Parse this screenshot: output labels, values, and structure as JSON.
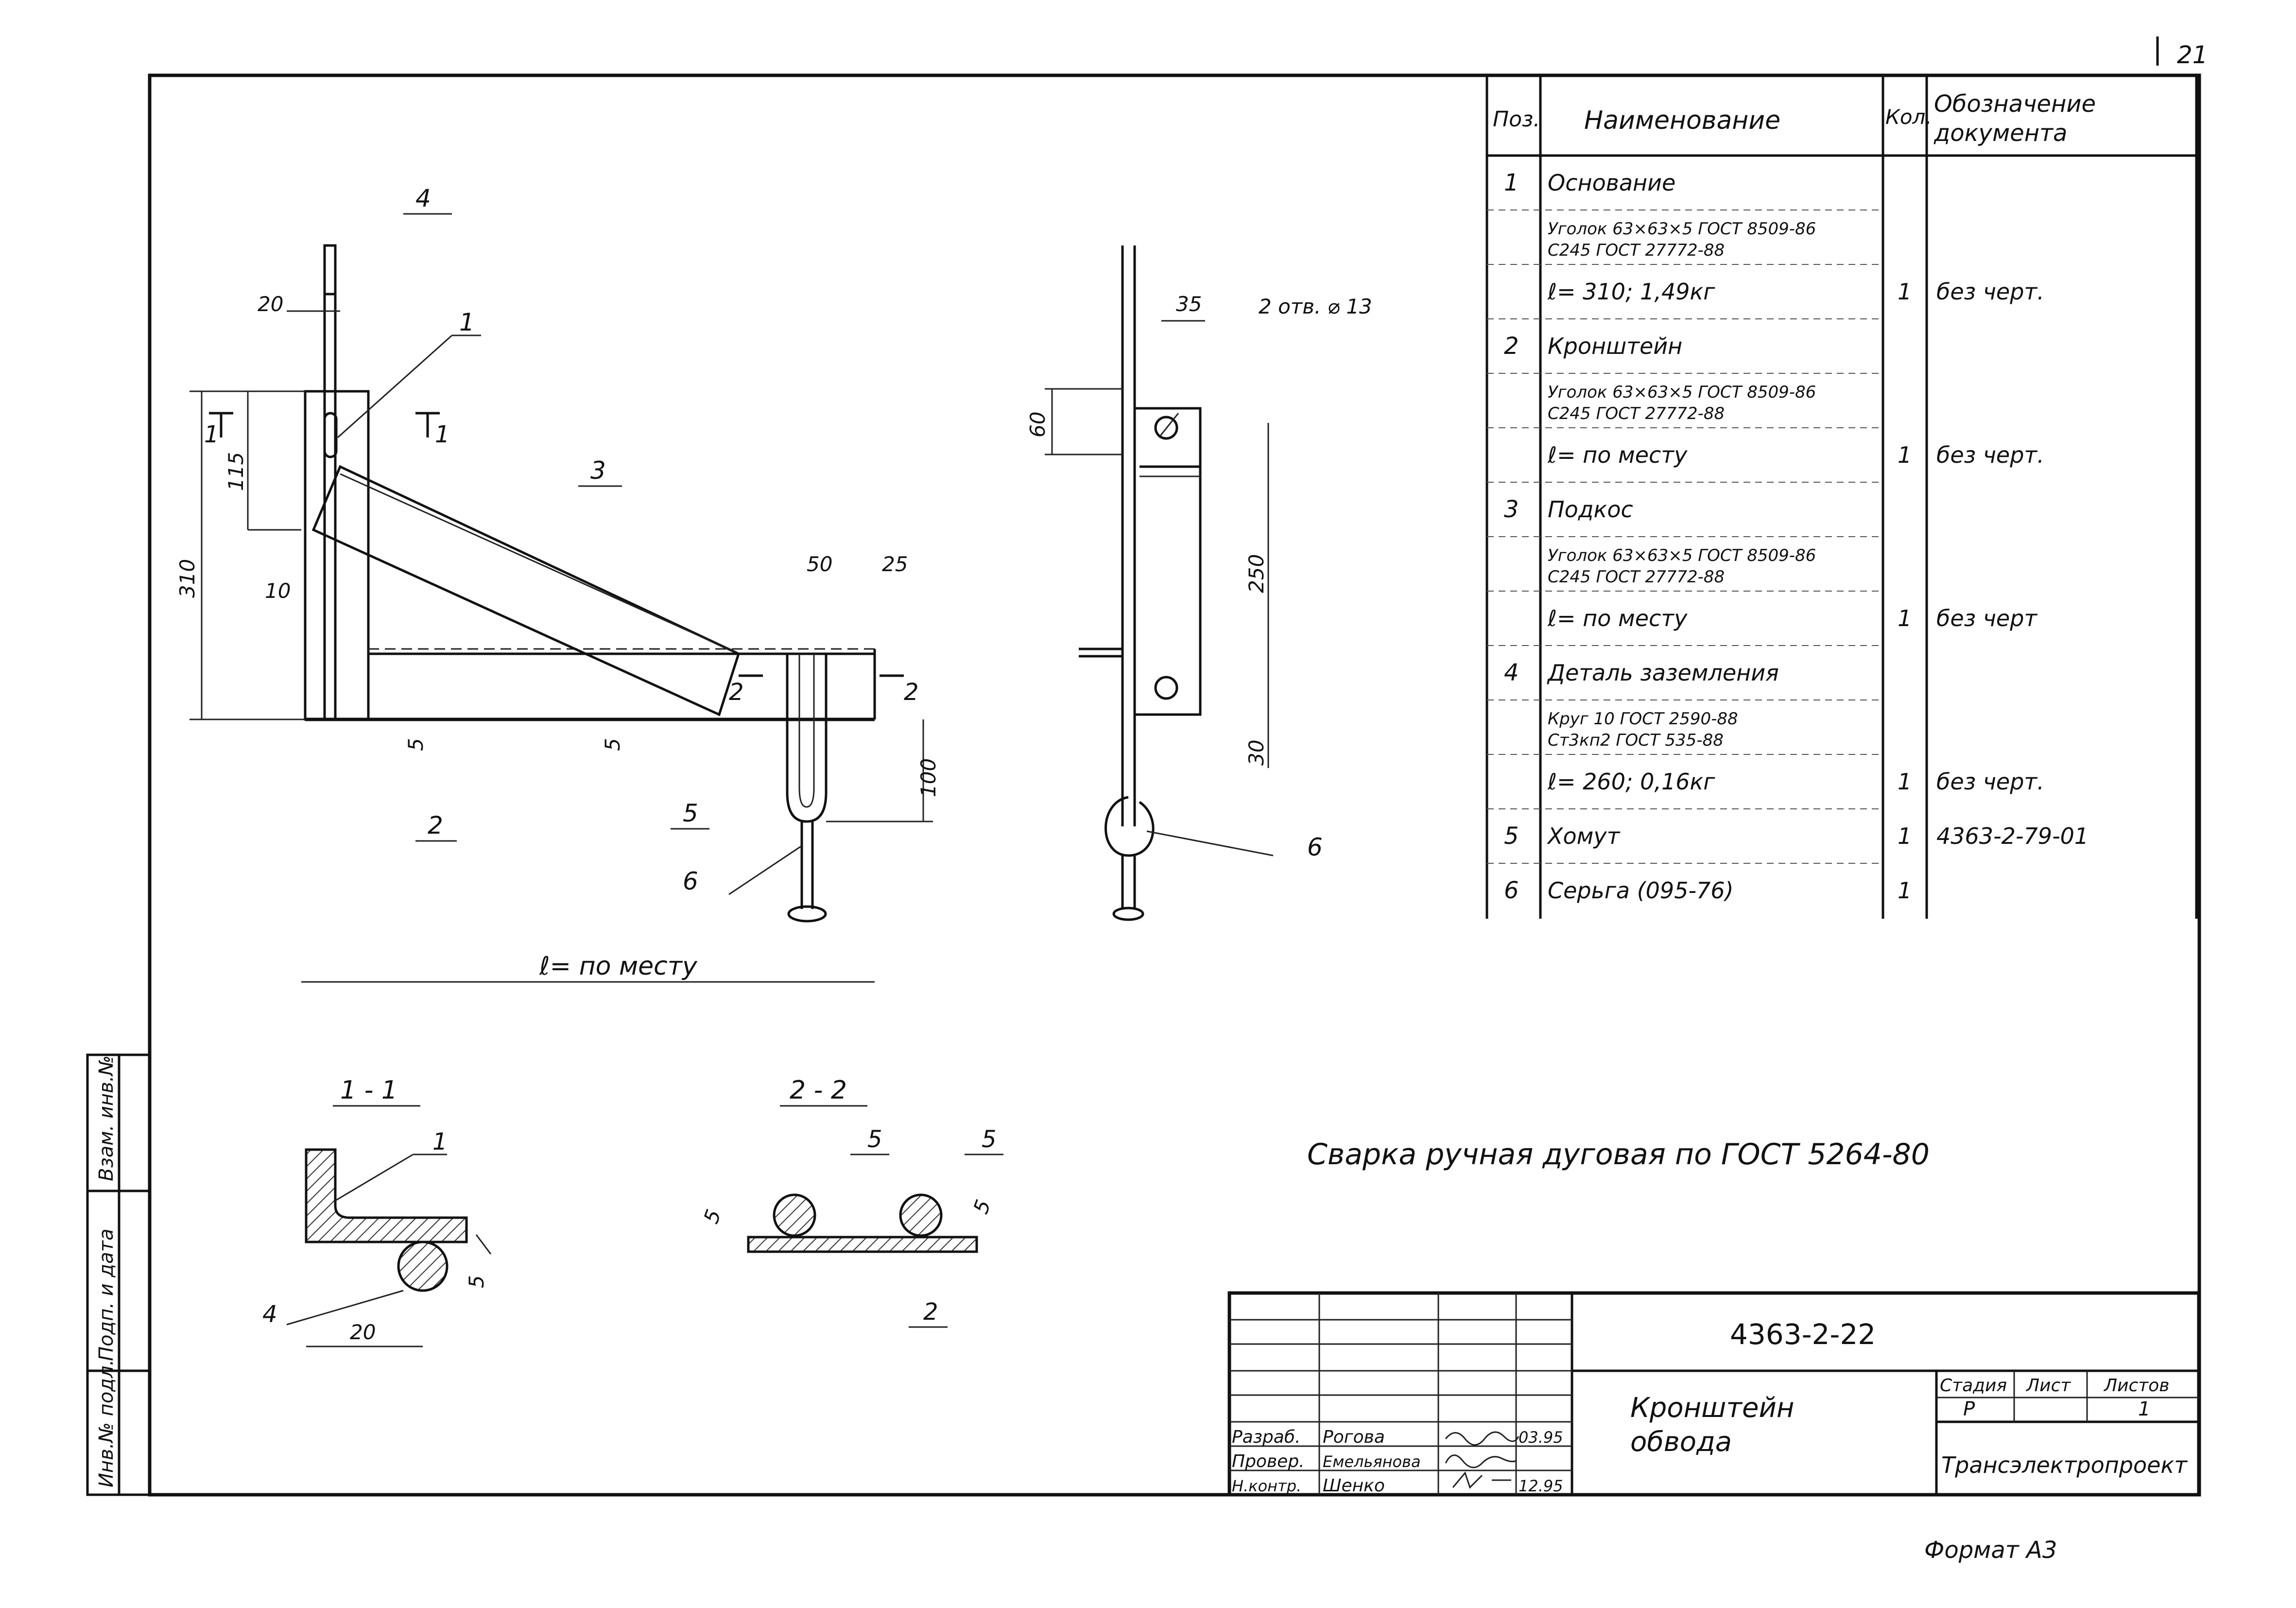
{
  "sheet_number": "21",
  "format": "Формат А3",
  "welding_note": "Сварка ручная дуговая по ГОСТ 5264-80",
  "spec_table": {
    "headers": {
      "pos": "Поз.",
      "name": "Наименование",
      "qty": "Кол.",
      "doc_line1": "Обозначение",
      "doc_line2": "документа"
    },
    "rows": [
      {
        "pos": "1",
        "name": "Основание",
        "qty": "",
        "doc": ""
      },
      {
        "pos": "",
        "name": "Уголок 63×63×5 ГОСТ 8509-86",
        "name2": "С245 ГОСТ 27772-88",
        "qty": "",
        "doc": ""
      },
      {
        "pos": "",
        "name": "ℓ= 310; 1,49кг",
        "qty": "1",
        "doc": "без черт."
      },
      {
        "pos": "2",
        "name": "Кронштейн",
        "qty": "",
        "doc": ""
      },
      {
        "pos": "",
        "name": "Уголок 63×63×5 ГОСТ 8509-86",
        "name2": "С245 ГОСТ 27772-88",
        "qty": "",
        "doc": ""
      },
      {
        "pos": "",
        "name": "ℓ= по месту",
        "qty": "1",
        "doc": "без черт."
      },
      {
        "pos": "3",
        "name": "Подкос",
        "qty": "",
        "doc": ""
      },
      {
        "pos": "",
        "name": "Уголок 63×63×5 ГОСТ 8509-86",
        "name2": "С245 ГОСТ 27772-88",
        "qty": "",
        "doc": ""
      },
      {
        "pos": "",
        "name": "ℓ= по месту",
        "qty": "1",
        "doc": "без черт"
      },
      {
        "pos": "4",
        "name": "Деталь заземления",
        "qty": "",
        "doc": ""
      },
      {
        "pos": "",
        "name": "Круг 10 ГОСТ 2590-88",
        "name2": "Ст3кп2 ГОСТ 535-88",
        "qty": "",
        "doc": ""
      },
      {
        "pos": "",
        "name": "ℓ= 260; 0,16кг",
        "qty": "1",
        "doc": "без черт."
      },
      {
        "pos": "5",
        "name": "Хомут",
        "qty": "1",
        "doc": "4363-2-79-01"
      },
      {
        "pos": "6",
        "name": "Серьга (095-76)",
        "qty": "1",
        "doc": ""
      }
    ]
  },
  "title_block": {
    "doc_code": "4363-2-22",
    "title_line1": "Кронштейн",
    "title_line2": "обвода",
    "stage_label": "Стадия",
    "sheet_label": "Лист",
    "sheets_label": "Листов",
    "stage": "Р",
    "sheets": "1",
    "company": "Трансэлектропроект",
    "signers": [
      {
        "role": "Разраб.",
        "name": "Рогова",
        "date": "03.95"
      },
      {
        "role": "Провер.",
        "name": "Емельянова",
        "date": ""
      },
      {
        "role": "Н.контр.",
        "name": "Шенко",
        "date": "12.95"
      }
    ]
  },
  "side_stamp": [
    "Инв.№ подл.",
    "Подп. и дата",
    "Взам. инв.№"
  ],
  "drawing": {
    "front_view": {
      "labels": [
        "4",
        "1",
        "3",
        "2",
        "5",
        "6"
      ],
      "dims": [
        "20",
        "310",
        "115",
        "10",
        "5",
        "5",
        "50",
        "25",
        "100"
      ],
      "cuts": [
        "1",
        "1",
        "2",
        "2"
      ],
      "length_note": "ℓ= по месту"
    },
    "side_view": {
      "dims": [
        "35",
        "60",
        "250",
        "30"
      ],
      "holes_note": "2 отв. ⌀ 13",
      "label": "6"
    },
    "section_1": {
      "title": "1 - 1",
      "labels": [
        "1",
        "4"
      ],
      "dims": [
        "20",
        "5"
      ]
    },
    "section_2": {
      "title": "2 - 2",
      "labels": [
        "5",
        "5",
        "2"
      ],
      "dims": [
        "5",
        "5"
      ]
    }
  }
}
